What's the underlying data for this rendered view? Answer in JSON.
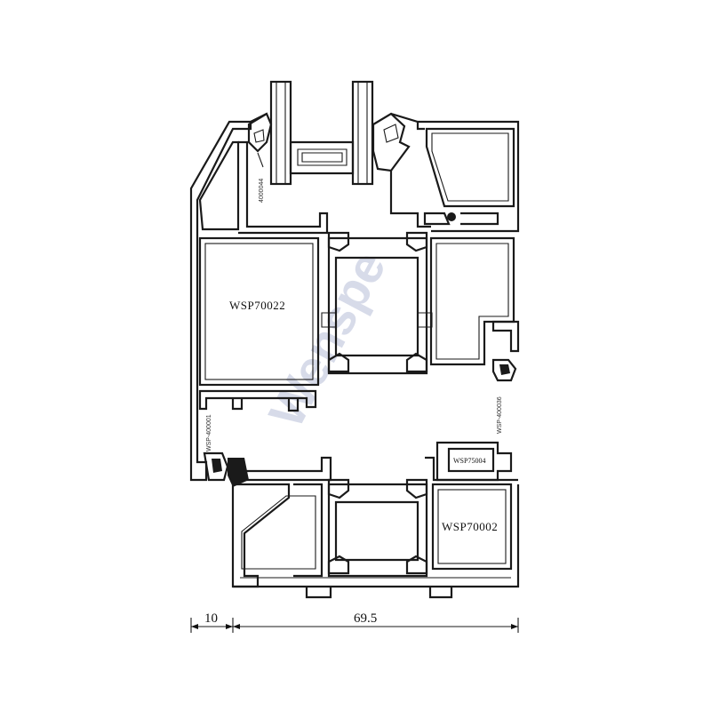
{
  "labels": {
    "top_section": "WSP70022",
    "bottom_section": "WSP70002",
    "small_box": "WSP75004"
  },
  "part_codes": {
    "glazing_gasket": "4000044",
    "left_gasket": "WSP-400001",
    "right_gasket": "WSP-400036"
  },
  "dimensions": {
    "left": "10",
    "main": "69.5"
  },
  "watermark": "Wenspe"
}
